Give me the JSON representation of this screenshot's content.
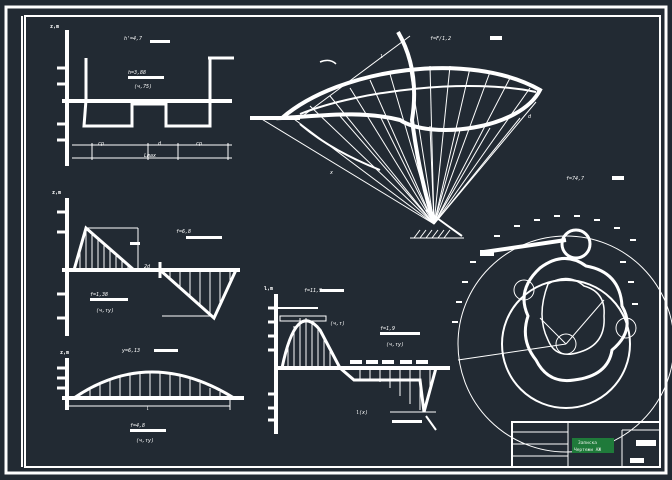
{
  "colors": {
    "background": "#222a33",
    "linework": "#ffffff",
    "stamp_fill": "#1f7a3a",
    "stamp_text": "#e8f0e8"
  },
  "diagrams": {
    "top_left": {
      "axis_label": "z,m",
      "formula_top": "h'=4,7",
      "formula_mid": "h=3,88",
      "formula_mid_unit": "(ч,75)",
      "dim_left": "cр",
      "dim_mid": "d",
      "dim_right": "cр",
      "dim_total": "Lmax"
    },
    "mid_left": {
      "axis_label": "z,m",
      "formula_top": "f=6,8",
      "formula_bottom": "f=1,38",
      "formula_bottom_unit": "(ч,ту)",
      "tick_label": "2d"
    },
    "bottom_left": {
      "axis_label": "z,m",
      "formula_top": "y=6,13",
      "dim_label": "l",
      "formula_bottom": "f=4,8",
      "formula_bottom_unit": "(ч,ту)"
    },
    "bottom_middle": {
      "axis_label": "l,m",
      "formula_top": "f=11,9",
      "formula_side": "(ч,т)",
      "formula_right": "f=1,9",
      "formula_right_unit": "(ч,ту)",
      "note": "l(x)"
    },
    "canopy": {
      "formula": "f=F/1,2",
      "label_top": "l",
      "label_left": "x",
      "label_right": "d"
    },
    "polar": {
      "formula": "f=74,7"
    }
  },
  "title_block": {
    "line1": "Записка",
    "line2": "Чертежи АЖ"
  }
}
